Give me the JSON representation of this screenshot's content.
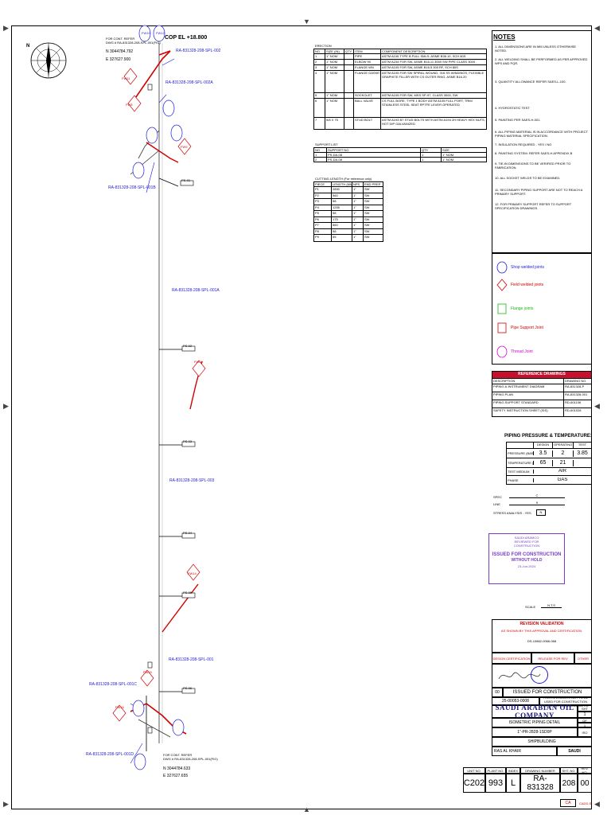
{
  "drawing": {
    "cop_el": "COP EL +18.800",
    "top_coords_note": "FOR CONT. REFER\nDWG # RA-831328-208-SPL-001(FIG)",
    "top_n": "N 3044784.792",
    "top_e": "E 327627.900",
    "bottom_coords_note": "FOR CONT. REFER\nDWG # RA-831328-208-SPL-001(FIG)",
    "bottom_n": "N 3044784.633",
    "bottom_e": "E 327627.655",
    "compass_n": "N",
    "spool_labels": [
      "RA-831328-208-SPL-002",
      "RA-831328-208-SPL-002A",
      "RA-831328-208-SPL-001B",
      "RA-831328-208-SPL-001A",
      "RA-831328-208-SPL-003",
      "RA-831328-208-SPL-001",
      "RA-831328-208-SPL-001C",
      "RA-831328-208-SPL-001D"
    ],
    "weld_tags": [
      "FW10",
      "FW12",
      "FW11",
      "FW8",
      "FW9",
      "FW13",
      "FW14",
      "FW15",
      "FW16",
      "FW6",
      "FW5",
      "FW4",
      "FW3",
      "FW2",
      "FW1",
      "FW7"
    ],
    "support_tags": [
      "PS-01",
      "PS-02",
      "PS-03",
      "PS-04",
      "PS-05",
      "PS-06",
      "PS-07",
      "PS-08"
    ]
  },
  "bom": {
    "title": "ERECTION",
    "headers": [
      "NO",
      "SIZE (IN)",
      "QTY",
      "ITEM",
      "COMPONENT DESCRIPTION"
    ],
    "rows": [
      [
        "1",
        "1\" NOM",
        "",
        "PIPE",
        "ASTM A106 TYPE B FULL SMLS. ASME B36.10, SCH 80S"
      ],
      [
        "2",
        "1\" NOM",
        "",
        "ELBOW 90",
        "ASTM A234 FOR SW, ASME B16.11 3000 SW PIPE CLASS 3000"
      ],
      [
        "3",
        "1\" NOM",
        "",
        "FLANGE WN",
        "ASTM A105 FOR SW, ASME B16.5 300 RF, SCH 80S"
      ],
      [
        "4",
        "1\" NOM",
        "",
        "FLANGE GASKET",
        "ASTM A105 FOR SW SPIRAL WOUND, 316 SS WINDINGS, FLEXIBLE GRAPHITE FILLER WITH CS OUTER RING, ASME B16.20"
      ],
      [
        "5",
        "1\" NOM",
        "",
        "SOCKOLET",
        "ASTM A105 FOR SW, MSS SP-97, CLASS 3000, SW"
      ],
      [
        "6",
        "1\" NOM",
        "",
        "BALL VALVE",
        "CS FULL BORE, TYPE 1 BODY ASTM A105 FULL PORT, TRIM STAINLESS STEEL SEAT RPTFE LEVER OPERATED"
      ],
      [
        "7",
        "5/8 X 75",
        "",
        "STUD BOLT",
        "ASTM A193 B7 STUD BOLTS WITH ASTM A194 2H HEAVY HEX NUTS, HOT DIP GALVANIZED"
      ]
    ]
  },
  "support_list": {
    "title": "SUPPORT LIST",
    "headers": [
      "NO",
      "SUPPORT NO",
      "QTY",
      "SIZE"
    ],
    "rows": [
      [
        "1",
        "PS-DA-08",
        "1",
        "1\" NOM"
      ],
      [
        "2",
        "PS-DA-08",
        "1",
        "1\" NOM"
      ]
    ]
  },
  "cut_list": {
    "title": "CUTTING LENGTH (For reference only)",
    "headers": [
      "PIECE",
      "LENGTH (MM)",
      "NPS",
      "END PREP"
    ],
    "rows": [
      [
        "P1",
        "2890",
        "1\"",
        "SW"
      ],
      [
        "P2",
        "560",
        "1\"",
        "SW"
      ],
      [
        "P3",
        "58",
        "1\"",
        "SW"
      ],
      [
        "P4",
        "1255",
        "1\"",
        "SW"
      ],
      [
        "P5",
        "58",
        "1\"",
        "SW"
      ],
      [
        "P6",
        "175",
        "1\"",
        "SW"
      ],
      [
        "P7",
        "560",
        "1\"",
        "SW"
      ],
      [
        "P8",
        "58",
        "1\"",
        "SW"
      ],
      [
        "P9",
        "55",
        "1\"",
        "SW"
      ]
    ]
  },
  "notes": {
    "title": "NOTES",
    "items": [
      "1. ALL DIMENSIONS ARE IN MM UNLESS OTHERWISE NOTED.",
      "2. ALL WELDING SHALL BE PERFORMED AS PER APPROVED WPS AND PQR.",
      "3. QUANTITY ALLOWANCE REFER SAES-L-100.",
      "4. HYDROSTATIC TEST",
      "5. PAINTING PER SAES-H-001.",
      "6. ALL PIPING MATERIAL IS IN ACCORDANCE WITH PROJECT PIPING MATERIAL SPECIFICATION.",
      "7. INSULATION REQUIRED - YES / NO",
      "8. PAINTING SYSTEM: REFER SAES-H APPENDIX B",
      "9. TIE-IN DIMENSIONS TO BE VERIFIED PRIOR TO FABRICATION.",
      "10. ALL SOCKET WELDS TO BE EXAMINED.",
      "11. SECONDARY PIPING SUPPORT ARE NOT TO REACH A PRIMARY SUPPORT.",
      "12. FOR PRIMARY SUPPORT REFER TO SUPPORT SPECIFICATION DRAWINGS."
    ]
  },
  "legend": {
    "items": [
      {
        "label": "Shop welded joints",
        "color": "#1a1adb"
      },
      {
        "label": "Field welded joints",
        "color": "#d10000"
      },
      {
        "label": "Flange joints",
        "color": "#18b818"
      },
      {
        "label": "Pipe Support Joint",
        "color": "#d10000"
      },
      {
        "label": "Thread Joint",
        "color": "#d400d4"
      }
    ]
  },
  "reference": {
    "title": "REFERENCE DRAWINGS",
    "headers": [
      "DESCRIPTION",
      "DRAWING NO."
    ],
    "rows": [
      [
        "PIPING & INSTRUMENT DIAGRAM",
        "RA-831328-P"
      ],
      [
        "PIPING PLAN",
        "RA-831328-001"
      ],
      [
        "PIPING SUPPORT STANDARD",
        "RD-601106"
      ],
      [
        "SAFETY INSTRUCTION SHEET (SIS)",
        "RD-601028"
      ]
    ]
  },
  "pressure": {
    "title": "PIPING PRESSURE & TEMPERATURE:",
    "col_headers": [
      "DESIGN",
      "OPERATING",
      "TEST"
    ],
    "rows": [
      {
        "label": "PRESSURE (BARG)",
        "values": [
          "3.5",
          "2",
          "3.85"
        ]
      },
      {
        "label": "TEMPERATURE (°C)",
        "values": [
          "65",
          "21",
          ""
        ]
      },
      {
        "label": "TEST MEDIUM",
        "values": [
          "AIR"
        ]
      },
      {
        "label": "PHASE",
        "values": [
          "GAS"
        ]
      }
    ]
  },
  "misc_fields": [
    {
      "label": "SPEC",
      "value": "C"
    },
    {
      "label": "LINE",
      "value": "9"
    },
    {
      "label": "STRESS ANALYSIS - YES",
      "value": "N"
    }
  ],
  "stamp": {
    "lines": [
      "SAUDI ARAMCO",
      "REVIEWED FOR",
      "CONSTRUCTION"
    ],
    "big": "ISSUED FOR CONSTRUCTION",
    "sub": "WITHOUT HOLD",
    "date": "23-Jun-2024"
  },
  "scale": {
    "label": "SCALE",
    "value": "N.T.S"
  },
  "revision": {
    "title": "REVISION VALIDATION",
    "note": "AS SHOWN BY THIS APPROVAL AND CERTIFICATION.",
    "doc_no": "DS-10862-0066-068"
  },
  "certs": {
    "design": "DESIGN CERTIFICATION",
    "release": "RELEASE FOR REV",
    "other": "OTHER"
  },
  "titleblock": {
    "rev": "00",
    "status": "ISSUED FOR CONSTRUCTION",
    "jo": "25-00053-0008",
    "note": "THIS REVISION IS NOT TO BE USED FOR CONSTRUCTION UNTIL CERTIFIED AND DATED",
    "company": "SAUDI ARABIAN OIL COMPANY",
    "title1": "ISOMETRIC PIPING DETAIL",
    "line_no": "1\"-PR-2828-1SD0P",
    "facility": "SHIPBUILDING",
    "location": "RAS AL KHAIR",
    "country": "SAUDI",
    "sht_label": "SHT",
    "sht": "1",
    "of_label": "OF",
    "of": "1",
    "iso_label": "ISO",
    "bottom_headers": [
      "UNIT NO.",
      "PLANT NO.",
      "INDEX",
      "DRAWING NUMBER",
      "SHT. NO.",
      "REV. NO."
    ],
    "unit": "C202",
    "plant": "993",
    "index": "L",
    "drawing_no": "RA-831328",
    "sht_no": "208",
    "rev_no": "00",
    "ca_label": "CA",
    "cadd_label": "CADD-S"
  }
}
